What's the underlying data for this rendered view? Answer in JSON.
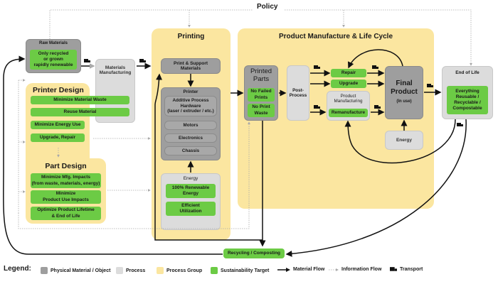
{
  "policy": {
    "label": "Policy"
  },
  "raw_materials": {
    "title": "Raw Materials",
    "target": "Only recycled\nor grown\nrapidly renewable"
  },
  "materials_manufacturing": {
    "title": "Materials\nManufacturing"
  },
  "printer_design": {
    "title": "Printer Design",
    "targets": [
      "Minimize Material Waste",
      "Reuse Material",
      "Minimize Energy Use",
      "Upgrade, Repair"
    ]
  },
  "part_design": {
    "title": "Part Design",
    "targets": [
      "Minimize Mfg. Impacts\n(from waste, materials, energy)",
      "Minimize\nProduct Use Impacts",
      "Optimize Product Lifetime\n& End of Life"
    ]
  },
  "printing": {
    "title": "Printing",
    "print_support": "Print & Support\nMaterials",
    "printer": {
      "title": "Printer",
      "components": [
        "Additive Process\nHardware\n(laser / extruder / etc.)",
        "Motors",
        "Electronics",
        "Chassis"
      ]
    },
    "energy": {
      "title": "Energy",
      "targets": [
        "100% Renewable\nEnergy",
        "Efficient\nUtilization"
      ]
    }
  },
  "product_lifecycle": {
    "title": "Product Manufacture & Life Cycle",
    "printed_parts": {
      "title": "Printed\nParts",
      "targets": [
        "No Failed\nPrints",
        "No Print\nWaste"
      ]
    },
    "post_process": "Post-\nProcess",
    "repair": "Repair",
    "upgrade": "Upgrade",
    "product_manufacturing": {
      "title": "Product\nManufacturing",
      "target": "Remanufacture"
    },
    "final_product": {
      "title": "Final\nProduct",
      "subtitle": "(In use)"
    },
    "energy": "Energy"
  },
  "end_of_life": {
    "title": "End of Life",
    "target": "Everything\nReusable /\nRecyclable /\nCompostable"
  },
  "recycling": {
    "label": "Recycling / Composting"
  },
  "legend": {
    "title": "Legend:",
    "items": [
      {
        "label": "Physical Material / Object",
        "color": "#9e9e9e"
      },
      {
        "label": "Process",
        "color": "#dcdcdc"
      },
      {
        "label": "Process Group",
        "color": "#fbe6a0"
      },
      {
        "label": "Sustainability Target",
        "color": "#6ccb45"
      },
      {
        "label": "Material Flow"
      },
      {
        "label": "Information Flow"
      },
      {
        "label": "Transport"
      }
    ]
  },
  "colors": {
    "physical": "#9e9e9e",
    "process": "#dcdcdc",
    "group": "#fbe6a0",
    "target": "#6ccb45"
  }
}
